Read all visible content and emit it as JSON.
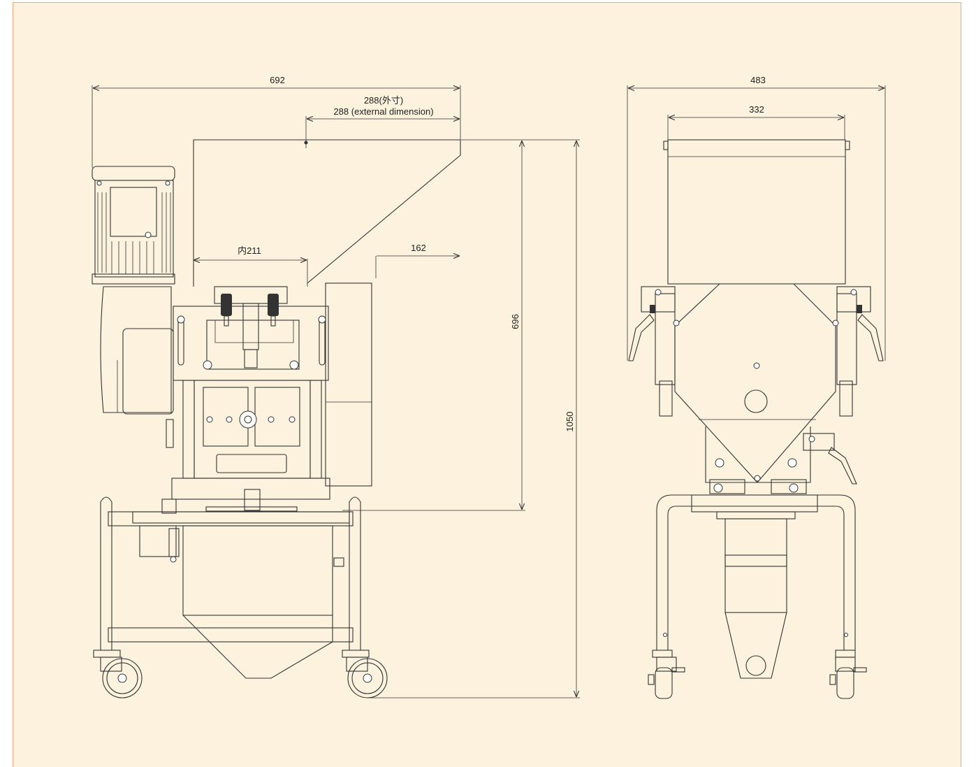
{
  "drawing": {
    "front_view": {
      "overall_width": "692",
      "hopper_width_line1": "288(外寸)",
      "hopper_width_line2": "288 (external dimension)",
      "inner_width": "内211",
      "offset": "162",
      "body_height": "696",
      "overall_height": "1050"
    },
    "side_view": {
      "overall_width": "483",
      "hopper_width": "332"
    }
  }
}
